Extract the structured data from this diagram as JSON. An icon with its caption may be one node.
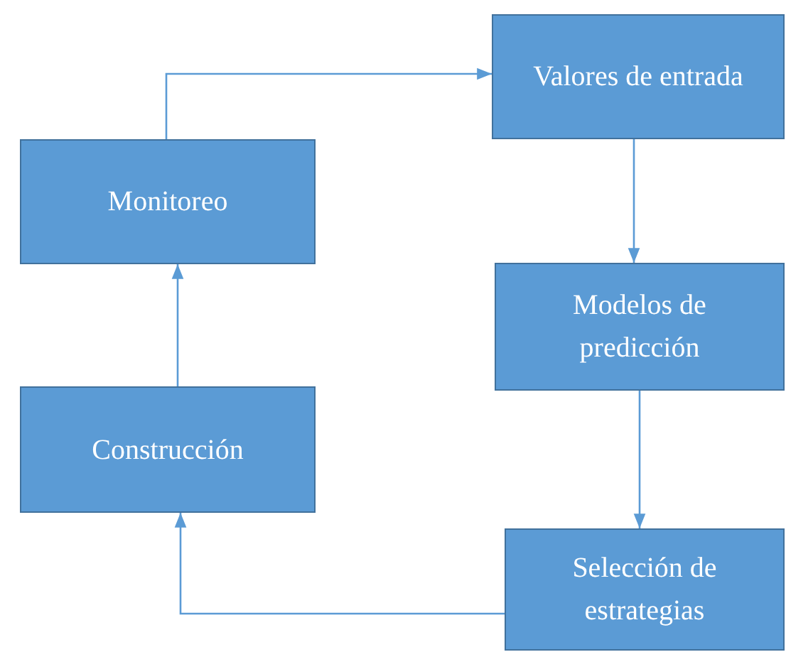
{
  "diagram": {
    "nodes": [
      {
        "text": [
          "Valores de entrada"
        ]
      },
      {
        "text": [
          "Modelos de predicción"
        ]
      },
      {
        "text": [
          "Selección de estrategias"
        ]
      },
      {
        "text": [
          "Monitoreo"
        ]
      },
      {
        "text": [
          "Construcción"
        ]
      }
    ],
    "edges": [
      {
        "from": 3,
        "to": 0,
        "arrow": "to"
      },
      {
        "from": 0,
        "to": 1,
        "arrow": "to"
      },
      {
        "from": 1,
        "to": 2,
        "arrow": "to"
      },
      {
        "from": 2,
        "to": 4,
        "arrow": "to"
      },
      {
        "from": 4,
        "to": 3,
        "arrow": "to"
      }
    ]
  }
}
